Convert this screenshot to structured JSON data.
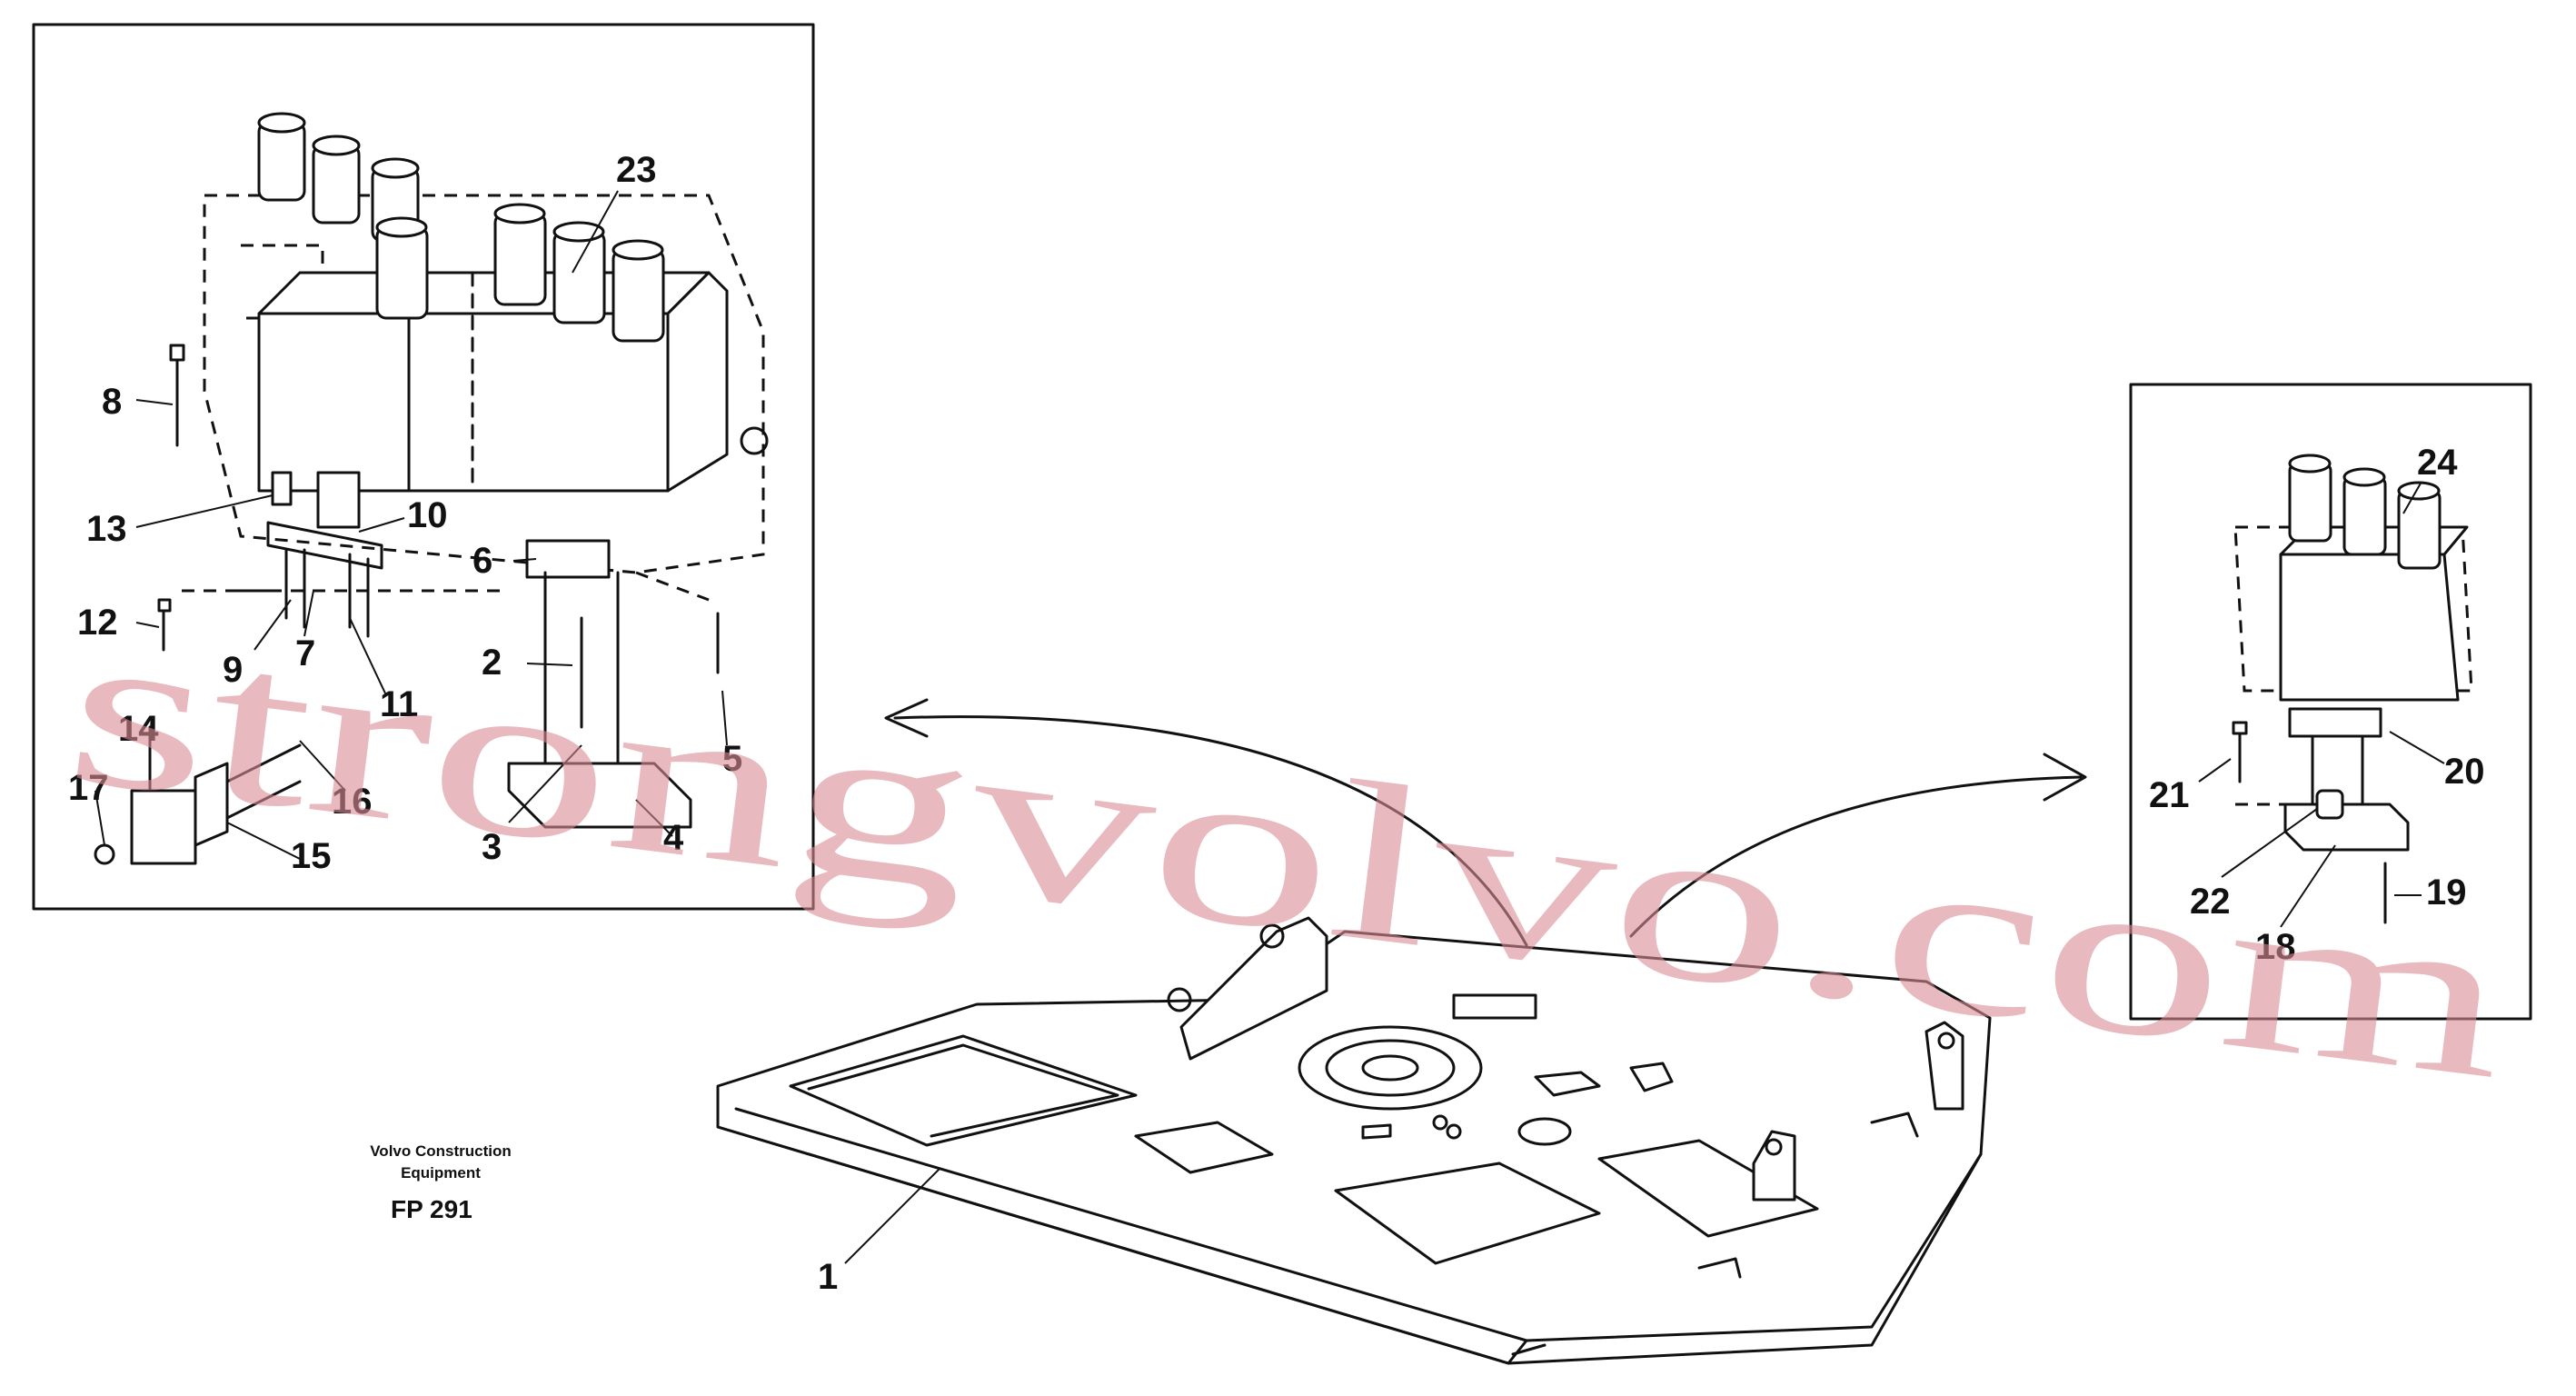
{
  "caption": {
    "line1": "Volvo Construction",
    "line2": "Equipment",
    "code": "FP 291"
  },
  "watermark": "strongvolvo.com",
  "callouts": [
    "1",
    "2",
    "3",
    "4",
    "5",
    "6",
    "7",
    "8",
    "9",
    "10",
    "11",
    "12",
    "13",
    "14",
    "15",
    "16",
    "17",
    "18",
    "19",
    "20",
    "21",
    "22",
    "23",
    "24"
  ]
}
